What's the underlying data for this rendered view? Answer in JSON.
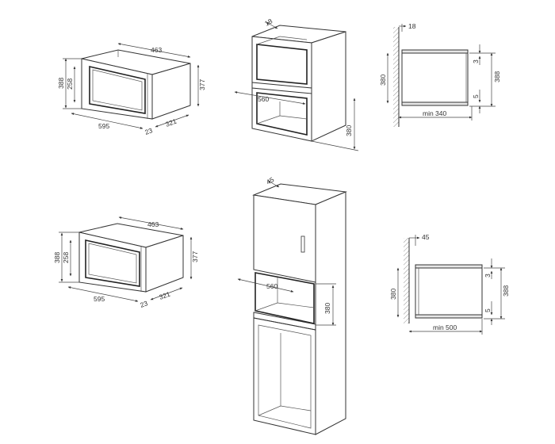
{
  "top_left": {
    "width_top": "463",
    "height_outer": "388",
    "height_inner": "258",
    "height_side": "377",
    "width_front": "595",
    "depth": "321",
    "frame": "23"
  },
  "top_middle": {
    "depth_top": "18",
    "width_opening": "560",
    "height_right": "380"
  },
  "top_right": {
    "top_gap": "18",
    "height_left": "380",
    "gap_top": "3",
    "height_right": "388",
    "gap_bottom": "5",
    "min_depth": "min 340"
  },
  "bottom_left": {
    "width_top": "463",
    "height_outer": "388",
    "height_inner": "258",
    "height_side": "377",
    "width_front": "595",
    "depth": "321",
    "frame": "23"
  },
  "bottom_middle": {
    "depth_top": "45",
    "width_opening": "560",
    "height_opening": "380"
  },
  "bottom_right": {
    "top_gap": "45",
    "height_left": "380",
    "gap_top": "3",
    "height_right": "388",
    "gap_bottom": "5",
    "min_depth": "min 500"
  }
}
